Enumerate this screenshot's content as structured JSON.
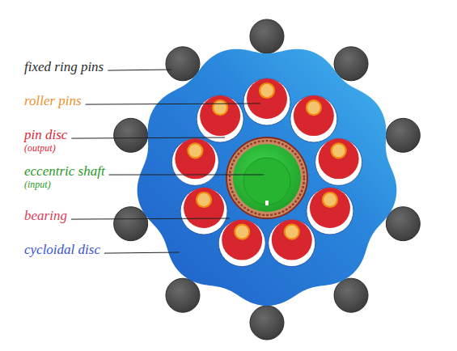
{
  "diagram": {
    "labels": [
      "fixed ring pins",
      "roller pins",
      "pin disc",
      "(output)",
      "eccentric shaft",
      "(input)",
      "bearing",
      "cycloidal disc"
    ]
  }
}
